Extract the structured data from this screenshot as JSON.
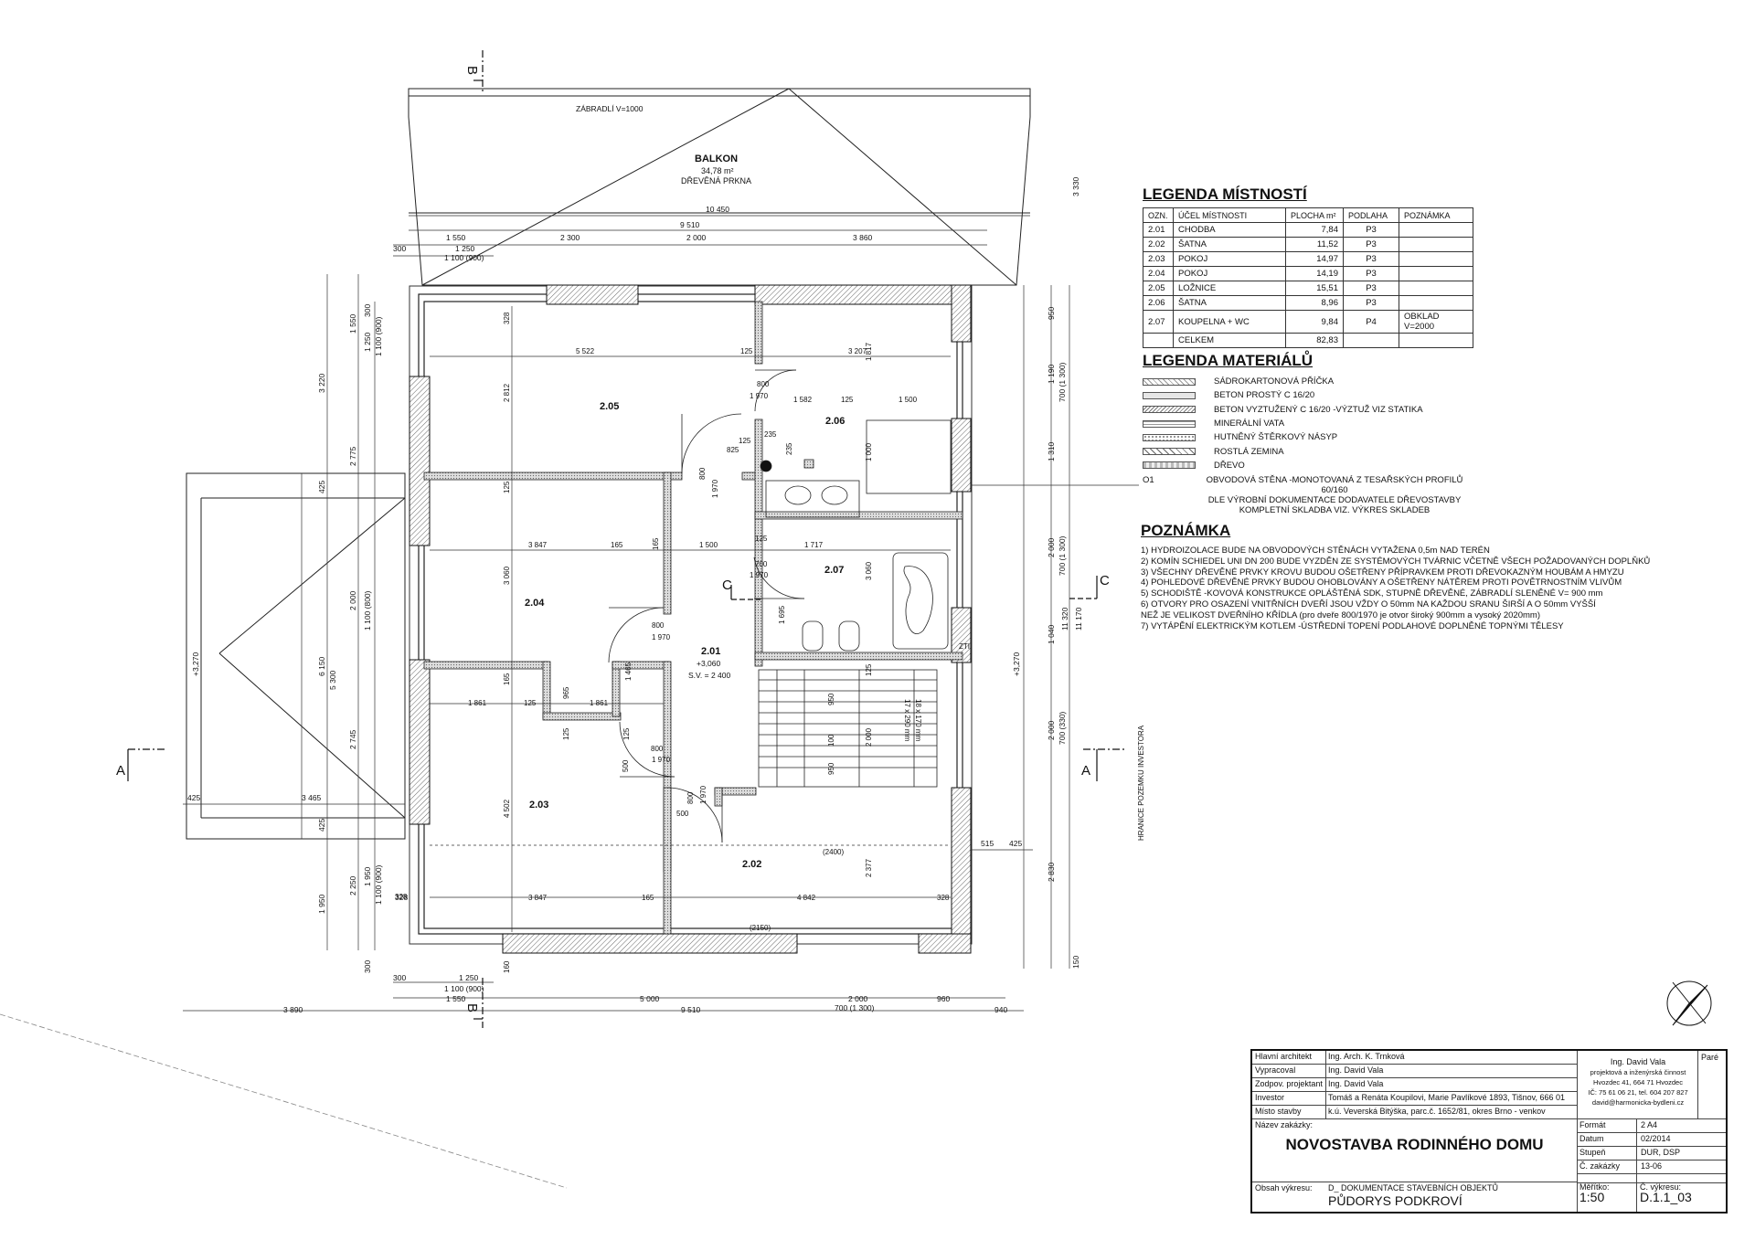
{
  "rooms": [
    {
      "id": "2.05"
    },
    {
      "id": "2.06"
    },
    {
      "id": "2.04"
    },
    {
      "id": "2.07"
    },
    {
      "id": "2.01",
      "sub1": "+3,060",
      "sub2": "S.V. = 2 400"
    },
    {
      "id": "2.03"
    },
    {
      "id": "2.02"
    }
  ],
  "balcony": {
    "title": "BALKON",
    "area": "34,78 m²",
    "floor": "DŘEVĚNÁ PRKNA",
    "railing": "ZÁBRADLÍ V=1000"
  },
  "dimensions": {
    "top": [
      "10 450",
      "9 510",
      "1 550",
      "2 300",
      "2 000",
      "3 860",
      "1 250",
      "1 100 (900)",
      "300"
    ],
    "bottom": [
      "1 250",
      "1 100 (900)",
      "300",
      "1 550",
      "5 000",
      "2 000",
      "960",
      "3 890",
      "9 510",
      "700 (1 300)",
      "940"
    ],
    "left": [
      "3 220",
      "1 550",
      "1 250",
      "1 100 (900)",
      "300",
      "2 775",
      "425",
      "2 000",
      "1 100 (800)",
      "6 150",
      "5 300",
      "2 745",
      "425",
      "3 465",
      "425",
      "1 950",
      "2 250",
      "1 950",
      "1 100 (900)",
      "300",
      "328",
      "+3,270"
    ],
    "right": [
      "3 330",
      "950",
      "1 190",
      "700 (1 300)",
      "1 310",
      "2 000",
      "700 (1 300)",
      "11 320",
      "11 170",
      "1 040",
      "2 000",
      "700 (330)",
      "515",
      "425",
      "2 830",
      "150",
      "+3,270"
    ],
    "interior": [
      "328",
      "5 522",
      "125",
      "3 207",
      "800",
      "1 970",
      "1 582",
      "125",
      "1 500",
      "2 812",
      "125",
      "235",
      "825",
      "235",
      "1 000",
      "1 817",
      "800",
      "1 970",
      "125",
      "3 847",
      "165",
      "1 500",
      "1 717",
      "125",
      "3 060",
      "700",
      "1 970",
      "3 060",
      "800",
      "1 970",
      "1 695",
      "165",
      "965",
      "1 465",
      "1 861",
      "125",
      "1 861",
      "950",
      "100",
      "950",
      "2 000",
      "18 x 170 mm",
      "17 x 290 mm",
      "125",
      "800",
      "1 970",
      "500",
      "125",
      "125",
      "4 502",
      "800",
      "1 970",
      "500",
      "2 377",
      "(2400)",
      "3 847",
      "165",
      "4 842",
      "328",
      "(2150)",
      "328",
      "ZTI",
      "160",
      "165"
    ]
  },
  "sections": [
    "B",
    "B",
    "A",
    "A",
    "C",
    "C"
  ],
  "boundary_label": "HRANICE POZEMKU INVESTORA",
  "legend_rooms": {
    "title": "LEGENDA MÍSTNOSTÍ",
    "headers": [
      "OZN.",
      "ÚČEL MÍSTNOSTI",
      "PLOCHA m²",
      "PODLAHA",
      "POZNÁMKA"
    ],
    "rows": [
      [
        "2.01",
        "CHODBA",
        "7,84",
        "P3",
        ""
      ],
      [
        "2.02",
        "ŠATNA",
        "11,52",
        "P3",
        ""
      ],
      [
        "2.03",
        "POKOJ",
        "14,97",
        "P3",
        ""
      ],
      [
        "2.04",
        "POKOJ",
        "14,19",
        "P3",
        ""
      ],
      [
        "2.05",
        "LOŽNICE",
        "15,51",
        "P3",
        ""
      ],
      [
        "2.06",
        "ŠATNA",
        "8,96",
        "P3",
        ""
      ],
      [
        "2.07",
        "KOUPELNA + WC",
        "9,84",
        "P4",
        "OBKLAD V=2000"
      ]
    ],
    "total_label": "CELKEM",
    "total_value": "82,83"
  },
  "legend_materials": {
    "title": "LEGENDA MATERIÁLŮ",
    "items": [
      "SÁDROKARTONOVÁ PŘÍČKA",
      "BETON PROSTÝ C 16/20",
      "BETON VYZTUŽENÝ C 16/20 -VÝZTUŽ VIZ STATIKA",
      "MINERÁLNÍ VATA",
      "HUTNĚNÝ ŠTĚRKOVÝ NÁSYP",
      "ROSTLÁ ZEMINA",
      "DŘEVO"
    ],
    "o1_code": "O1",
    "o1_lines": [
      "OBVODOVÁ STĚNA -MONOTOVANÁ Z TESAŘSKÝCH PROFILŮ 60/160",
      "DLE VÝROBNÍ DOKUMENTACE DODAVATELE DŘEVOSTAVBY",
      "KOMPLETNÍ SKLADBA VIZ. VÝKRES SKLADEB"
    ]
  },
  "notes": {
    "title": "POZNÁMKA",
    "items": [
      "1) HYDROIZOLACE BUDE NA OBVODOVÝCH STĚNÁCH VYTAŽENA 0,5m NAD TERÉN",
      "2) KOMÍN SCHIEDEL UNI DN 200 BUDE VYZDĚN ZE SYSTÉMOVÝCH TVÁRNIC VČETNĚ VŠECH POŽADOVANÝCH DOPLŇKŮ",
      "3) VŠECHNY DŘEVĚNÉ PRVKY KROVU BUDOU OŠETŘENY PŘÍPRAVKEM PROTI DŘEVOKAZNÝM HOUBÁM A HMYZU",
      "4) POHLEDOVÉ DŘEVĚNÉ PRVKY BUDOU OHOBLOVÁNY A OŠETŘENY NÁTĚREM PROTI POVĚTRNOSTNÍM VLIVŮM",
      "5) SCHODIŠTĚ -KOVOVÁ KONSTRUKCE OPLÁŠTĚNÁ SDK, STUPNĚ DŘEVĚNÉ, ZÁBRADLÍ SLENĚNÉ V= 900 mm",
      "6) OTVORY PRO OSAZENÍ VNITŘNÍCH DVEŘÍ JSOU VŽDY O 50mm NA KAŽDOU SRANU ŠIRŠÍ A O 50mm VYŠŠÍ",
      "NEŽ JE VELIKOST DVEŘNÍHO KŘÍDLA (pro dveře 800/1970 je otvor široký 900mm a vysoký 2020mm)",
      "7) VYTÁPĚNÍ ELEKTRICKÝM KOTLEM -ÚSTŘEDNÍ TOPENÍ PODLAHOVÉ DOPLNĚNÉ TOPNÝMI TĚLESY"
    ]
  },
  "title_block": {
    "rows": [
      {
        "label": "Hlavní architekt",
        "value": "Ing. Arch. K. Trnková"
      },
      {
        "label": "Vypracoval",
        "value": "Ing. David Vala"
      },
      {
        "label": "Zodpov. projektant",
        "value": "Ing. David Vala"
      },
      {
        "label": "Investor",
        "value": "Tomáš a Renáta Koupilovi, Marie Pavlíkové 1893, Tišnov, 666 01"
      },
      {
        "label": "Místo stavby",
        "value": "k.ú. Veverská Bitýška, parc.č. 1652/81, okres Brno - venkov"
      }
    ],
    "office_name": "Ing. David Vala",
    "office_lines": [
      "projektová a inženýrská činnost",
      "Hvozdec 41, 664 71 Hvozdec",
      "IČ: 75 61 06 21, tel. 604 207 827",
      "david@harmonicka-bydleni.cz"
    ],
    "pare_label": "Paré",
    "project_label": "Název zakázky:",
    "project_name": "NOVOSTAVBA RODINNÉHO DOMU",
    "info": [
      {
        "label": "Formát",
        "value": "2 A4"
      },
      {
        "label": "Datum",
        "value": "02/2014"
      },
      {
        "label": "Stupeň",
        "value": "DUR, DSP"
      },
      {
        "label": "Č. zakázky",
        "value": "13-06"
      }
    ],
    "content_label": "Obsah výkresu:",
    "content_line1": "D_ DOKUMENTACE STAVEBNÍCH OBJEKTŮ",
    "content_line2": "PŮDORYS PODKROVÍ",
    "scale_label": "Měřítko:",
    "scale_value": "1:50",
    "drawing_label": "Č. výkresu:",
    "drawing_value": "D.1.1_03"
  }
}
